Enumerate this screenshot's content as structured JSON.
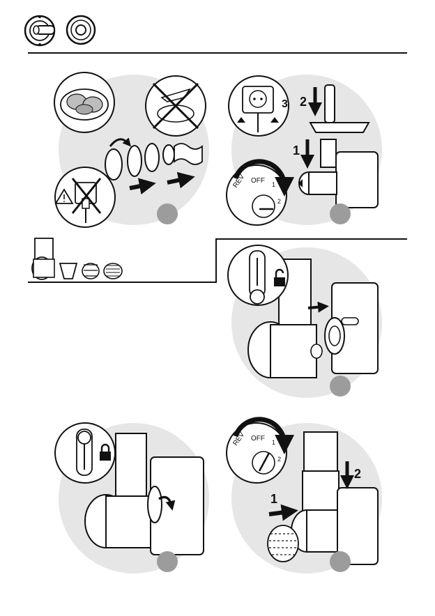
{
  "header": {
    "icons": [
      "grinder-head-icon",
      "ring-nut-icon"
    ]
  },
  "panels": [
    {
      "id": "p1",
      "circle_number": "",
      "prohibitions": [
        "no-blade-icon",
        "no-power-plug-icon"
      ],
      "warning_icon": "warning-triangle-icon"
    },
    {
      "id": "p2",
      "circle_number": "",
      "callouts": [
        "1",
        "2",
        "3"
      ],
      "dial": {
        "rev": "REV",
        "off": "OFF",
        "one": "1",
        "two": "2"
      }
    },
    {
      "id": "p3",
      "circle_number": "",
      "lock_state": "unlocked"
    },
    {
      "id": "p4",
      "circle_number": "",
      "lock_state": "locked"
    },
    {
      "id": "p5",
      "circle_number": "",
      "callouts": [
        "1",
        "2"
      ],
      "dial": {
        "rev": "REV",
        "off": "OFF",
        "one": "1",
        "two": "2"
      }
    }
  ],
  "section_icons": [
    "slicer-tube-icon",
    "cone-drum-icon",
    "coarse-drum-icon",
    "fine-drum-icon"
  ],
  "colors": {
    "circle": "#e6e6e6",
    "badge": "#9c9c9c",
    "ink": "#111111"
  }
}
